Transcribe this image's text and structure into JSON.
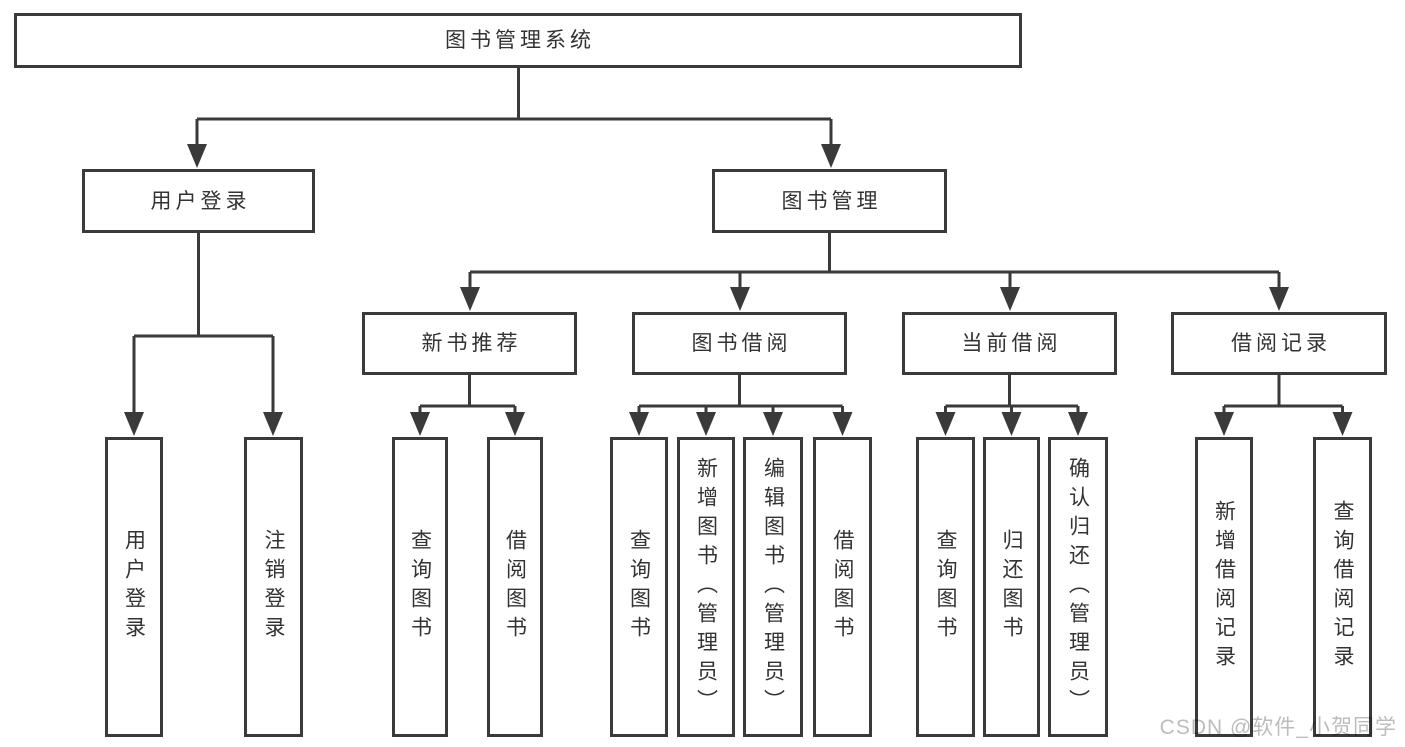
{
  "diagram": {
    "colors": {
      "line": "#3a3a3a",
      "text": "#333333",
      "node_background": "#ffffff",
      "watermark": "#bcbcbc"
    },
    "root": {
      "label": "图书管理系统"
    },
    "level2": {
      "user": {
        "label": "用户登录"
      },
      "book": {
        "label": "图书管理"
      }
    },
    "level3": {
      "newbook": {
        "label": "新书推荐"
      },
      "borrow": {
        "label": "图书借阅"
      },
      "current": {
        "label": "当前借阅"
      },
      "records": {
        "label": "借阅记录"
      }
    },
    "level4": {
      "user": [
        "用户登录",
        "注销登录"
      ],
      "newbook": [
        "查询图书",
        "借阅图书"
      ],
      "borrow": [
        "查询图书",
        "新增图书（管理员）",
        "编辑图书（管理员）",
        "借阅图书"
      ],
      "current": [
        "查询图书",
        "归还图书",
        "确认归还（管理员）"
      ],
      "records": [
        "新增借阅记录",
        "查询借阅记录"
      ]
    }
  },
  "watermark": {
    "label": "CSDN @软件_小贺同学"
  }
}
